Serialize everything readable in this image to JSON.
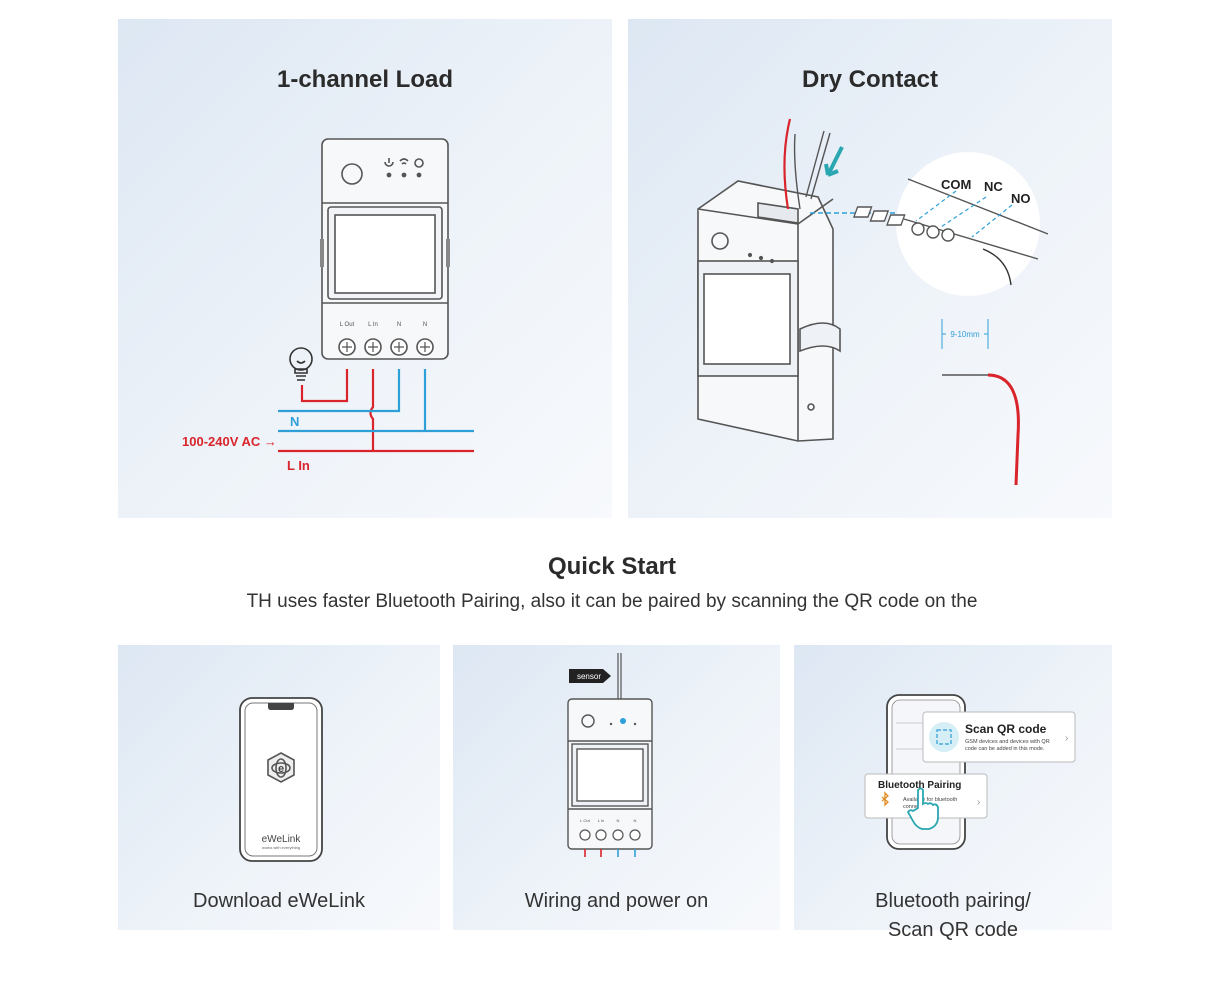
{
  "panels": {
    "load": {
      "title": "1-channel Load",
      "terminals": [
        "L Out",
        "L In",
        "N",
        "N"
      ],
      "label_n": "N",
      "label_voltage": "100-240V AC →",
      "label_lin": "L In"
    },
    "dry": {
      "title": "Dry Contact",
      "contacts": [
        "COM",
        "NC",
        "NO"
      ],
      "strip_length": "9-10mm"
    }
  },
  "quick_start": {
    "title": "Quick Start",
    "subtitle": "TH uses faster Bluetooth Pairing, also it can be paired by scanning the QR code on the"
  },
  "steps": [
    {
      "label": "Download eWeLink",
      "app_name": "eWeLink",
      "app_tagline": "works with everything"
    },
    {
      "label": "Wiring and power on",
      "sensor_tag": "sensor",
      "terminals": [
        "L Out",
        "L In",
        "N",
        "N"
      ]
    },
    {
      "label_line1": "Bluetooth pairing/",
      "label_line2": "Scan QR code",
      "qr_title": "Scan QR code",
      "qr_desc_1": "GSM devices and devices with QR",
      "qr_desc_2": "code can be added in this mode.",
      "bt_title": "Bluetooth Pairing",
      "bt_desc_1": "Available for bluetooth",
      "bt_desc_2": "connection"
    }
  ],
  "colors": {
    "live": "#d9242b",
    "neutral": "#2f9fd8",
    "accent_teal": "#2aa7b0",
    "outline": "#555555"
  }
}
